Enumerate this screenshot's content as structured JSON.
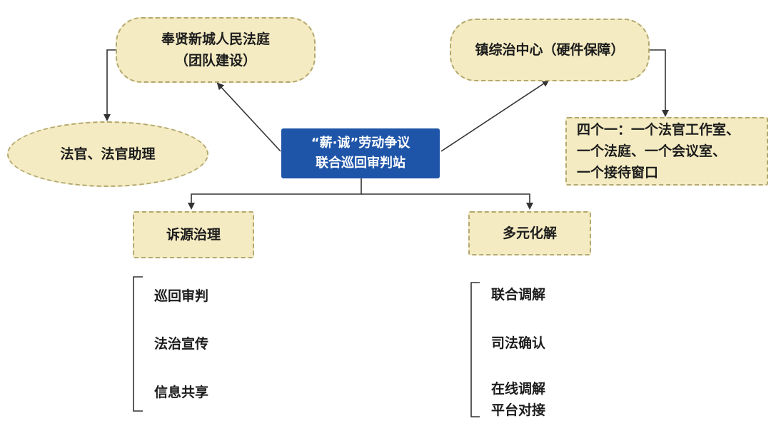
{
  "diagram": {
    "center": "“薪·诚”劳动争议\n联合巡回审判站",
    "court": "奉贤新城人民法庭\n（团队建设）",
    "judges": "法官、法官助理",
    "town_center": "镇综治中心（硬件保障）",
    "four_ones": "四个一：一个法官工作室、\n一个法庭、一个会议室、\n一个接待窗口",
    "source_governance": {
      "label": "诉源治理",
      "items": [
        "巡回审判",
        "法治宣传",
        "信息共享"
      ]
    },
    "diversified_resolution": {
      "label": "多元化解",
      "items": [
        "联合调解",
        "司法确认",
        "在线调解\n平台对接"
      ]
    }
  },
  "colors": {
    "node_fill": "#f4ebc2",
    "node_border": "#b3a870",
    "center_fill": "#1f55a8",
    "line": "#333333"
  }
}
